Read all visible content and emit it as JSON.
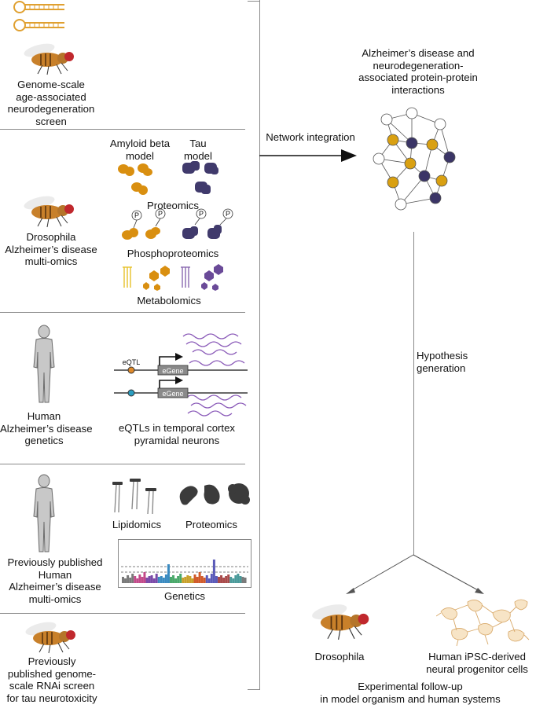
{
  "left_panel": {
    "panels": [
      {
        "caption": [
          "Genome-scale",
          "age-associated",
          "neurodegeneration",
          "screen"
        ]
      },
      {
        "caption": [
          "Drosophila",
          "Alzheimer’s disease",
          "multi-omics"
        ],
        "model_labels": [
          [
            "Amyloid beta",
            "model"
          ],
          [
            "Tau",
            "model"
          ]
        ],
        "omics": [
          "Proteomics",
          "Phosphoproteomics",
          "Metabolomics"
        ],
        "phospho_symbol": "P"
      },
      {
        "caption": [
          "Human",
          "Alzheimer’s disease",
          "genetics"
        ],
        "eqtl_tag": "eQTL",
        "gene_label": "eGene",
        "diagram_caption": [
          "eQTLs in temporal cortex",
          "pyramidal neurons"
        ]
      },
      {
        "caption": [
          "Previously published",
          "Human",
          "Alzheimer’s disease",
          "multi-omics"
        ],
        "omics": [
          "Lipidomics",
          "Proteomics",
          "Genetics"
        ]
      },
      {
        "caption": [
          "Previously",
          "published genome-",
          "scale RNAi screen",
          "for tau neurotoxicity"
        ]
      }
    ]
  },
  "flow": {
    "integration_label": "Network integration",
    "network_title": [
      "Alzheimer’s disease and",
      "neurodegeneration-",
      "associated protein-protein",
      "interactions"
    ],
    "hypothesis_label": [
      "Hypothesis",
      "generation"
    ],
    "outputs": [
      [
        "Drosophila"
      ],
      [
        "Human iPSC-derived",
        "neural progenitor cells"
      ]
    ],
    "followup_caption": [
      "Experimental follow-up",
      "in model organism and human systems"
    ]
  },
  "colors": {
    "amyloid": "#d98f10",
    "tau": "#403a6c",
    "orange_node": "#d9a011",
    "purple_node": "#3b3566",
    "fly_red": "#c0282d",
    "fly_body": "#c8802a",
    "hairpin": "#e0a030",
    "eqtl_orange": "#e08a2a",
    "eqtl_blue": "#2a9dc0"
  },
  "icons": [
    "hairpin-icon",
    "fruit-fly-icon",
    "amyloid-protein-icon",
    "tau-protein-icon",
    "phospho-icon",
    "metabolite-icon",
    "human-figure-icon",
    "lipid-icon",
    "protein-blob-icon",
    "manhattan-plot-icon",
    "neural-cells-icon",
    "network-graph-icon"
  ]
}
